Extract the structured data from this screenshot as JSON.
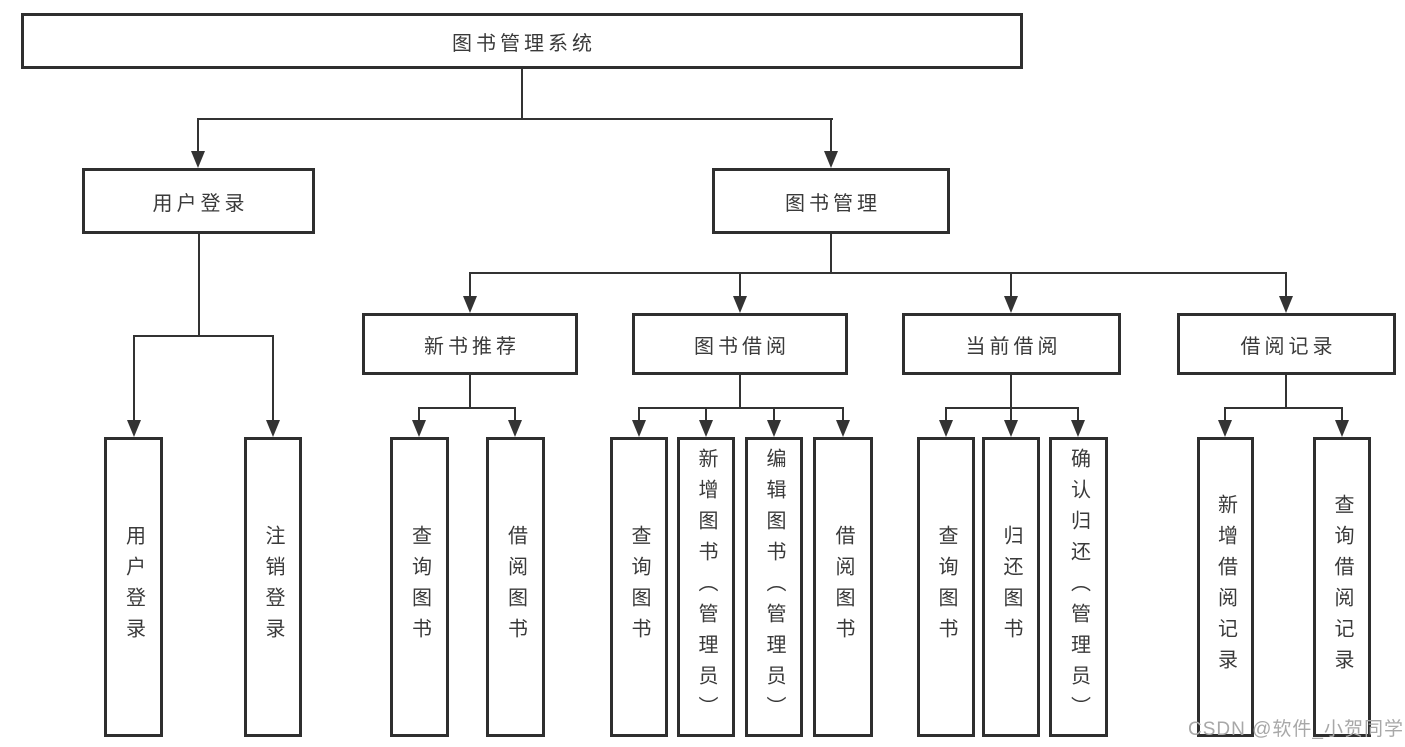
{
  "diagram": {
    "root": {
      "label": "图书管理系统"
    },
    "branches": [
      {
        "label": "用户登录",
        "children": [
          {
            "label": "用户登录"
          },
          {
            "label": "注销登录"
          }
        ]
      },
      {
        "label": "图书管理",
        "children": [
          {
            "label": "新书推荐",
            "children": [
              {
                "label": "查询图书"
              },
              {
                "label": "借阅图书"
              }
            ]
          },
          {
            "label": "图书借阅",
            "children": [
              {
                "label": "查询图书"
              },
              {
                "label": "新增图书（管理员）"
              },
              {
                "label": "编辑图书（管理员）"
              },
              {
                "label": "借阅图书"
              }
            ]
          },
          {
            "label": "当前借阅",
            "children": [
              {
                "label": "查询图书"
              },
              {
                "label": "归还图书"
              },
              {
                "label": "确认归还（管理员）"
              }
            ]
          },
          {
            "label": "借阅记录",
            "children": [
              {
                "label": "新增借阅记录"
              },
              {
                "label": "查询借阅记录"
              }
            ]
          }
        ]
      }
    ]
  },
  "watermark": {
    "text": "CSDN @软件_小贺同学"
  },
  "colors": {
    "line": "#333333",
    "text": "#3a3a3a",
    "background": "#ffffff",
    "watermark": "#a8a8a8"
  }
}
